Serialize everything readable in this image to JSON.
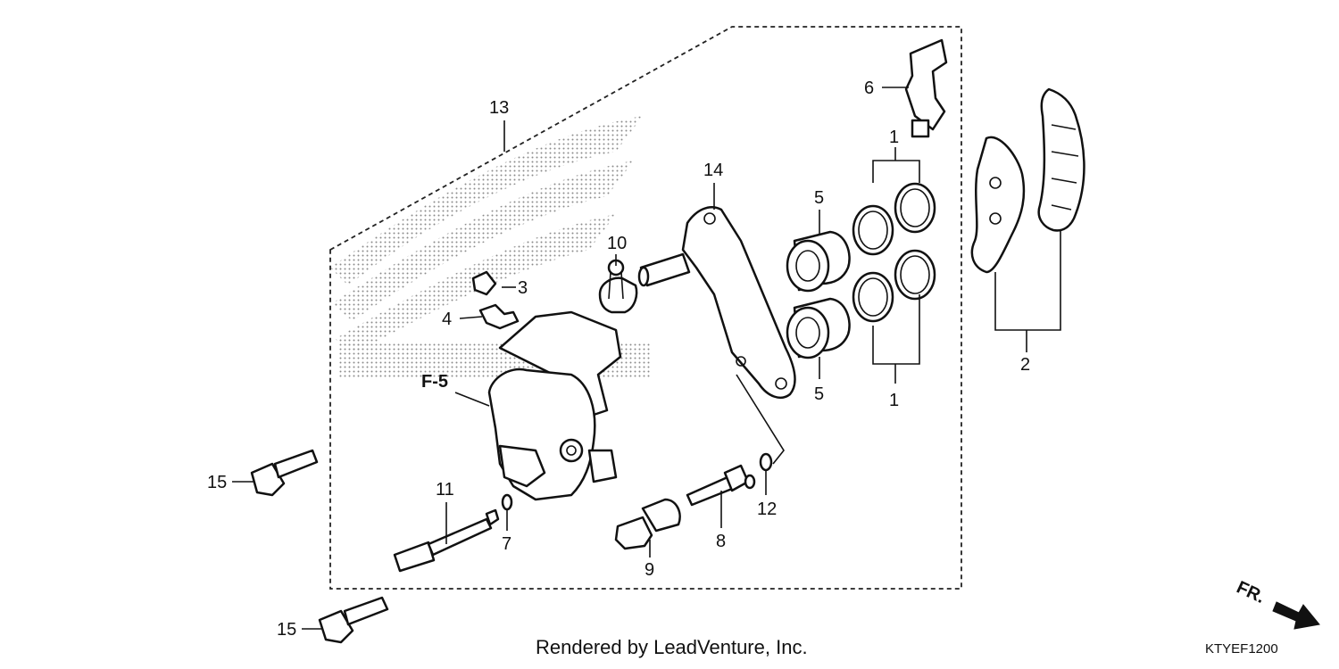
{
  "callouts": {
    "c1a": "1",
    "c1b": "1",
    "c2": "2",
    "c3": "3",
    "c4": "4",
    "c5a": "5",
    "c5b": "5",
    "c6": "6",
    "c7": "7",
    "c8": "8",
    "c9": "9",
    "c10": "10",
    "c11": "11",
    "c12": "12",
    "c13": "13",
    "c14": "14",
    "c15a": "15",
    "c15b": "15"
  },
  "reference_label": "F-5",
  "direction_label": "FR.",
  "footer_text": "Rendered by LeadVenture, Inc.",
  "diagram_code": "KTYEF1200"
}
